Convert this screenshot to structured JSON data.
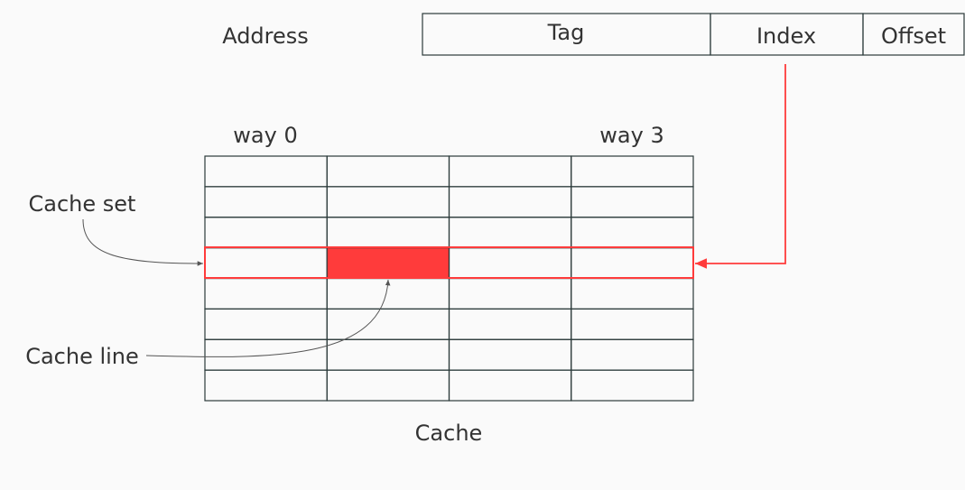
{
  "address": {
    "label": "Address",
    "fields": [
      "Tag",
      "Index",
      "Offset"
    ]
  },
  "cache": {
    "label": "Cache",
    "way_labels": [
      "way 0",
      "way 3"
    ],
    "rows": 8,
    "columns": 4,
    "highlighted_set_row": 3,
    "highlighted_line_column": 1
  },
  "annotations": {
    "cache_set": "Cache set",
    "cache_line": "Cache line"
  },
  "colors": {
    "background": "#fafafa",
    "stroke": "#2b3a3a",
    "text": "#333333",
    "highlight": "#ff3b3b",
    "annotation_arrow": "#555555"
  }
}
